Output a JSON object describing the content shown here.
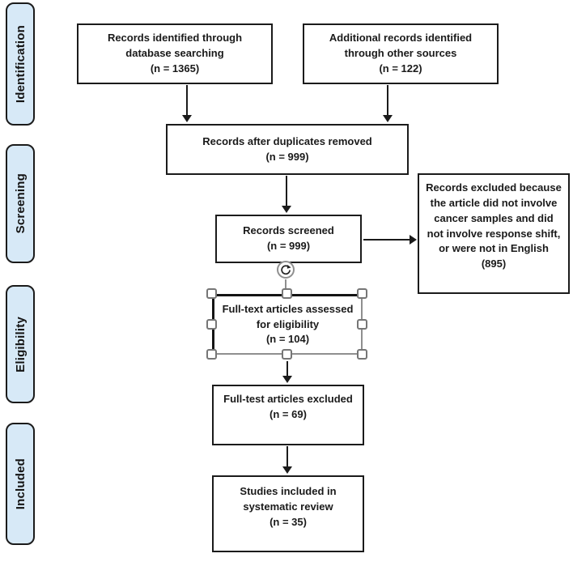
{
  "stages": [
    {
      "label": "Identification"
    },
    {
      "label": "Screening"
    },
    {
      "label": "Eligibility"
    },
    {
      "label": "Included"
    }
  ],
  "boxes": {
    "identified": {
      "text": "Records identified through\ndatabase searching\n(n = 1365)"
    },
    "additional": {
      "text": "Additional records identified\nthrough other sources\n(n = 122)"
    },
    "deduped": {
      "text": "Records after duplicates removed\n(n = 999)"
    },
    "screened": {
      "text": "Records screened\n(n = 999)"
    },
    "excluded_records": {
      "text": "Records excluded because\nthe article did not involve\ncancer samples and did\nnot involve response shift,\nor were not in English\n(895)"
    },
    "fulltext_assessed": {
      "text": "Full-text articles assessed\nfor eligibility\n(n = 104)",
      "selected": true
    },
    "fulltext_excluded": {
      "text": "Full-test articles excluded\n(n = 69)"
    },
    "included_studies": {
      "text": "Studies included in\nsystematic review\n(n = 35)"
    }
  },
  "selection": {
    "target": "fulltext_assessed",
    "rotate_icon": "rotate-clockwise-icon",
    "handle_count": 8
  },
  "colors": {
    "background": "#ffffff",
    "stage_fill": "#d7e9f7",
    "border": "#1b1b1b",
    "selection_gray": "#8f8f8f"
  }
}
